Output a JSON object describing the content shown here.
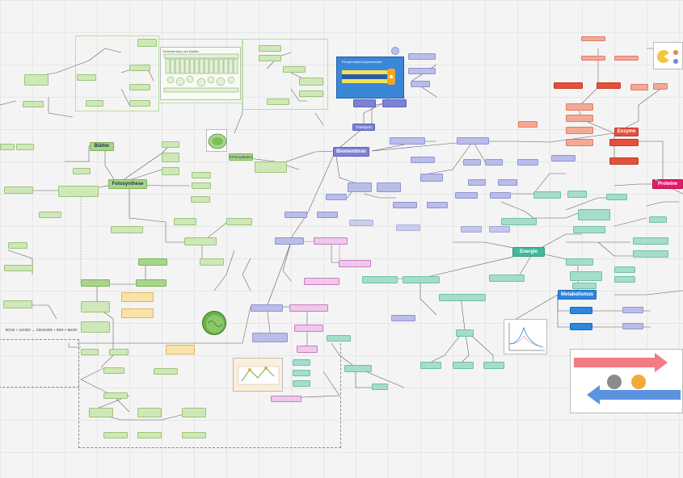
{
  "board": {
    "labels": {
      "blaetter": "Blätter",
      "fotosynthese": "Fotosynthese",
      "chloroplasten": "Chloroplasten",
      "biomembran": "Biomembran",
      "energie": "Energie",
      "metabolismus": "Metabolismus",
      "enzyme": "Enzyme",
      "proteine": "Proteine",
      "schichtenbau": "Schichtenbau des Blattes",
      "phospholipid": "Phospholipid-Doppelschicht",
      "transport": "Transport",
      "gleichung": "6CO2 + 12H2O → C6H12O6 + 6O2 + 6H2O"
    },
    "colors": {
      "green": "#a9d58a",
      "blue": "#7b82d6",
      "teal": "#3fb99a",
      "red": "#e5503d",
      "pink": "#e8196b",
      "info_blue": "#2e86de",
      "purple": "#c87cc0"
    }
  }
}
